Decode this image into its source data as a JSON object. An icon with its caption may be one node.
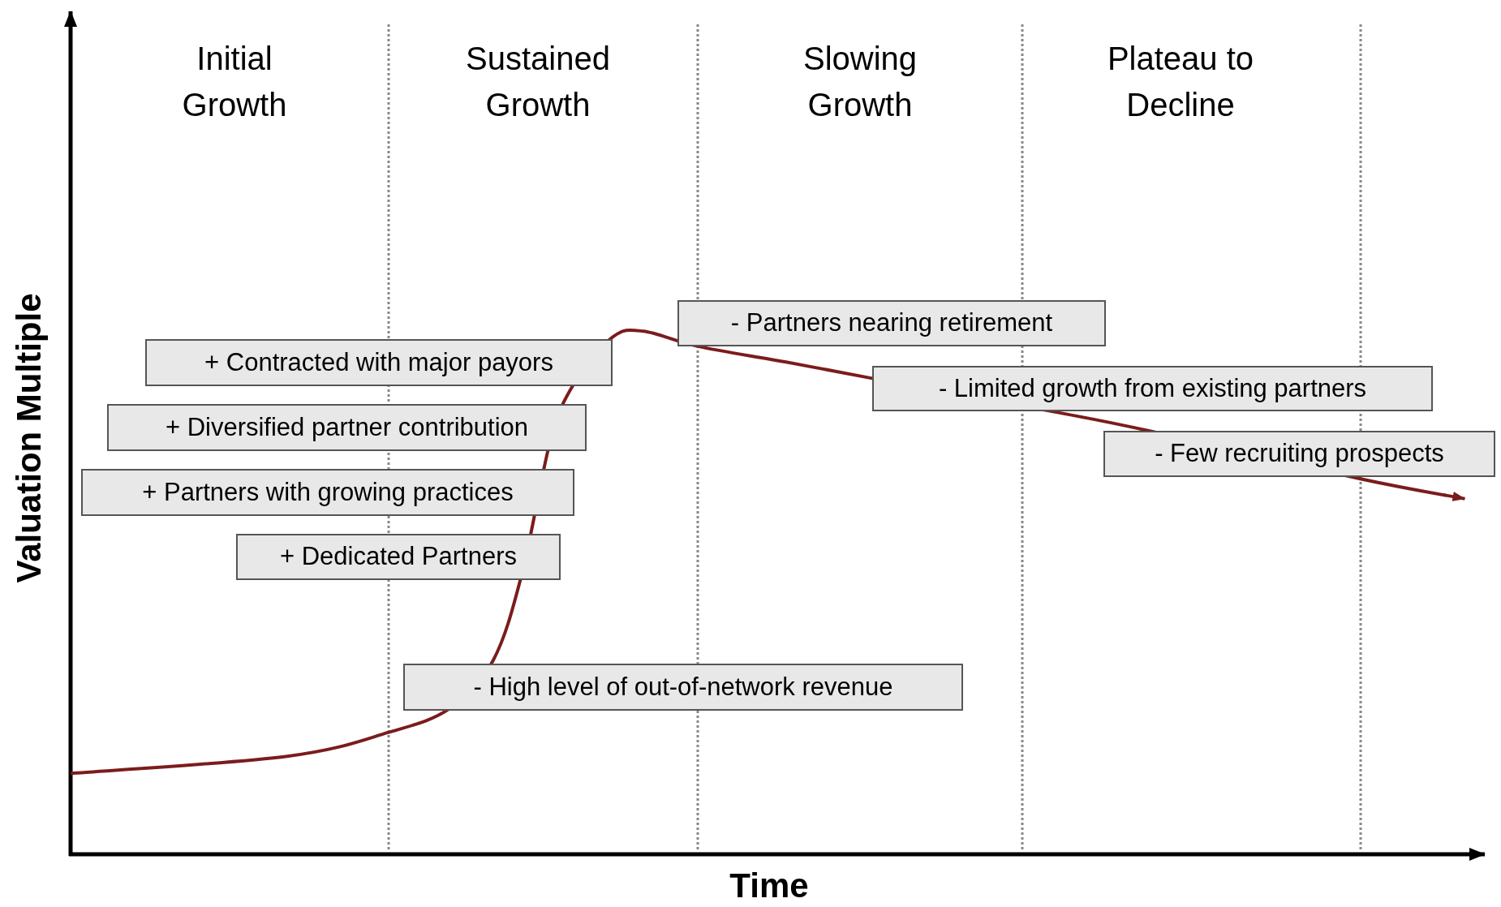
{
  "diagram": {
    "nodes": [
      {
        "text": [
          "+ Contracted with major payors"
        ]
      },
      {
        "text": [
          "+ Diversified partner contribution"
        ]
      },
      {
        "text": [
          "+ Partners with growing practices"
        ]
      },
      {
        "text": [
          "+ Dedicated Partners"
        ]
      },
      {
        "text": [
          "- High level of out-of-network revenue"
        ]
      },
      {
        "text": [
          "- Partners nearing retirement"
        ]
      },
      {
        "text": [
          "- Limited growth from existing partners"
        ]
      },
      {
        "text": [
          "- Few recruiting prospects"
        ]
      }
    ],
    "labels": [
      "Initial Growth",
      "Sustained Growth",
      "Slowing Growth",
      "Plateau to Decline",
      "Valuation Multiple",
      "Time"
    ]
  }
}
